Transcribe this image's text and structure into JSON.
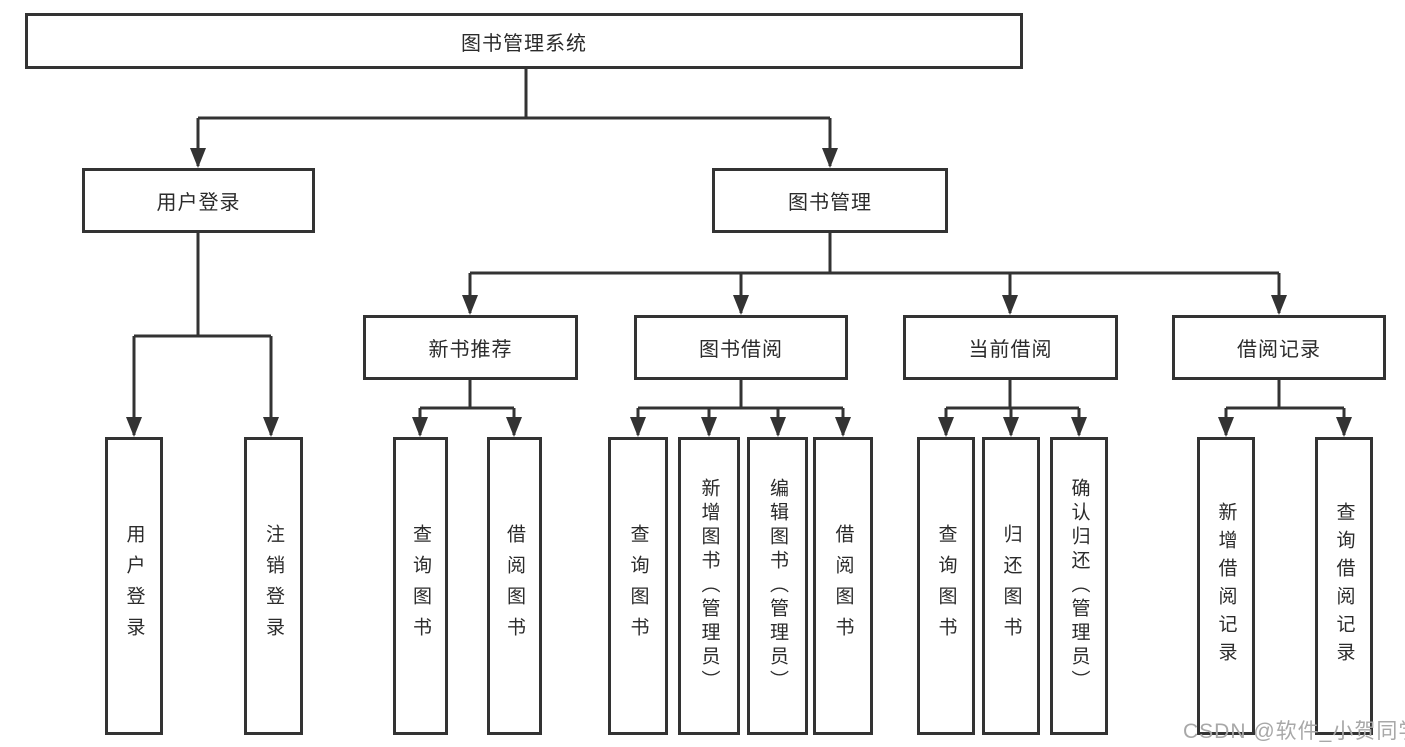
{
  "diagram_type": "hierarchy-tree",
  "watermark": "CSDN @软件_小贺同学",
  "colors": {
    "line": "#333333",
    "box_border": "#333333",
    "text": "#2b2b2b",
    "background": "#ffffff",
    "watermark": "#a8a8a8"
  },
  "tree": {
    "label": "图书管理系统",
    "children": [
      {
        "label": "用户登录",
        "children": [
          {
            "label": "用户登录"
          },
          {
            "label": "注销登录"
          }
        ]
      },
      {
        "label": "图书管理",
        "children": [
          {
            "label": "新书推荐",
            "children": [
              {
                "label": "查询图书"
              },
              {
                "label": "借阅图书"
              }
            ]
          },
          {
            "label": "图书借阅",
            "children": [
              {
                "label": "查询图书"
              },
              {
                "label": "新增图书（管理员）"
              },
              {
                "label": "编辑图书（管理员）"
              },
              {
                "label": "借阅图书"
              }
            ]
          },
          {
            "label": "当前借阅",
            "children": [
              {
                "label": "查询图书"
              },
              {
                "label": "归还图书"
              },
              {
                "label": "确认归还（管理员）"
              }
            ]
          },
          {
            "label": "借阅记录",
            "children": [
              {
                "label": "新增借阅记录"
              },
              {
                "label": "查询借阅记录"
              }
            ]
          }
        ]
      }
    ]
  }
}
